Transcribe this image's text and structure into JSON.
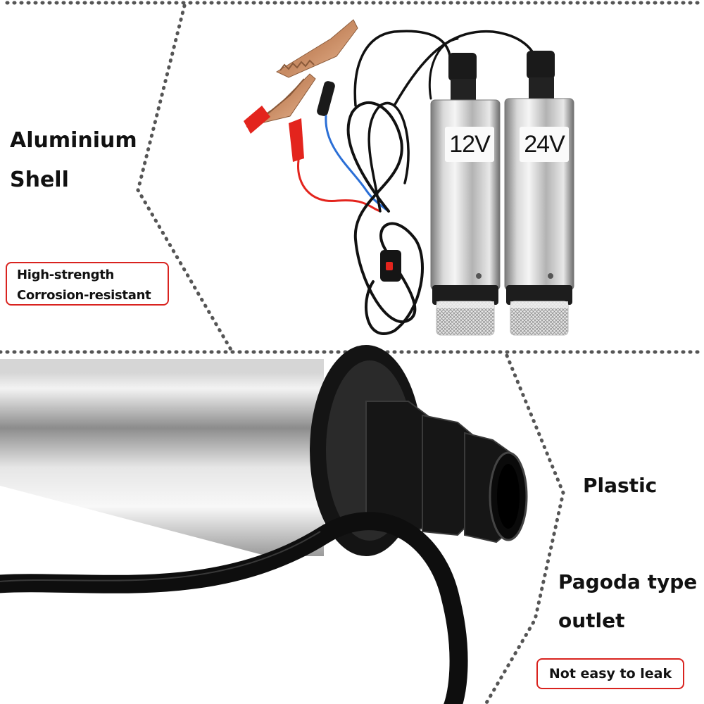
{
  "features": {
    "shell_title_line1": "Aluminium",
    "shell_title_line2": "Shell",
    "shell_badge_line1": "High-strength",
    "shell_badge_line2": "Corrosion-resistant",
    "outlet_material": "Plastic",
    "outlet_title_line1": "Pagoda type",
    "outlet_title_line2": "outlet",
    "outlet_badge": "Not easy to leak"
  },
  "pumps": {
    "left_voltage": "12V",
    "right_voltage": "24V"
  },
  "colors": {
    "badge_border": "#d9231f",
    "divider_dots": "#555555",
    "clip_red": "#e3241d",
    "wire_blue": "#2b6fd6"
  },
  "icons": {
    "clip": "alligator-clip-icon",
    "switch": "rocker-switch-icon"
  }
}
